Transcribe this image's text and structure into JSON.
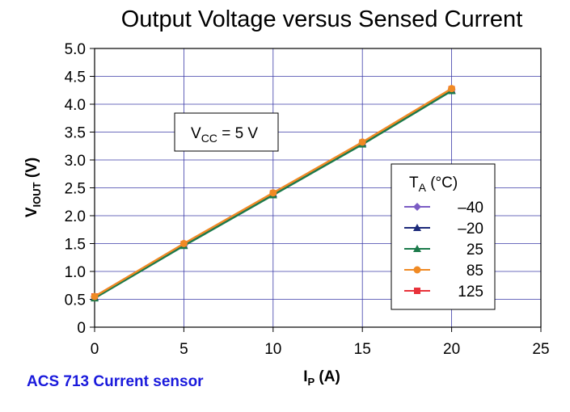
{
  "chart_data": {
    "type": "line",
    "title": "Output Voltage versus Sensed Current",
    "xlabel": {
      "main": "I",
      "sub": "P",
      "rest": " (A)"
    },
    "ylabel": {
      "main": "V",
      "sub": "IOUT",
      "rest": " (V)"
    },
    "xlim": [
      0,
      25
    ],
    "ylim": [
      0,
      5
    ],
    "x_ticks": [
      0,
      5,
      10,
      15,
      20,
      25
    ],
    "x_tick_labels": [
      "0",
      "5",
      "10",
      "15",
      "20",
      "25"
    ],
    "y_ticks": [
      0,
      0.5,
      1,
      1.5,
      2,
      2.5,
      3,
      3.5,
      4,
      4.5,
      5
    ],
    "y_tick_labels": [
      "0",
      "0.5",
      "1.0",
      "1.5",
      "2.0",
      "2.5",
      "3.0",
      "3.5",
      "4.0",
      "4.5",
      "5.0"
    ],
    "grid": true,
    "annotation": {
      "main": "V",
      "sub": "CC",
      "rest": " = 5 V"
    },
    "legend": {
      "title_main": "T",
      "title_sub": "A",
      "title_rest": " (°C)",
      "placement": "bottom-right"
    },
    "x": [
      0,
      5,
      10,
      15,
      20
    ],
    "series": [
      {
        "name": "–40",
        "color": "#7b5cc4",
        "marker": "diamond",
        "values": [
          0.54,
          1.47,
          2.39,
          3.3,
          4.26
        ]
      },
      {
        "name": "–20",
        "color": "#1c2a7a",
        "marker": "triangle",
        "values": [
          0.54,
          1.47,
          2.39,
          3.3,
          4.25
        ]
      },
      {
        "name": "25",
        "color": "#1b7a4a",
        "marker": "triangle",
        "values": [
          0.52,
          1.46,
          2.37,
          3.28,
          4.24
        ]
      },
      {
        "name": "85",
        "color": "#f08a24",
        "marker": "circle",
        "values": [
          0.55,
          1.5,
          2.41,
          3.32,
          4.28
        ]
      },
      {
        "name": "125",
        "color": "#e8323a",
        "marker": "square",
        "values": [
          0.55,
          1.49,
          2.4,
          3.31,
          4.27
        ]
      }
    ]
  },
  "caption": "ACS 713 Current sensor"
}
